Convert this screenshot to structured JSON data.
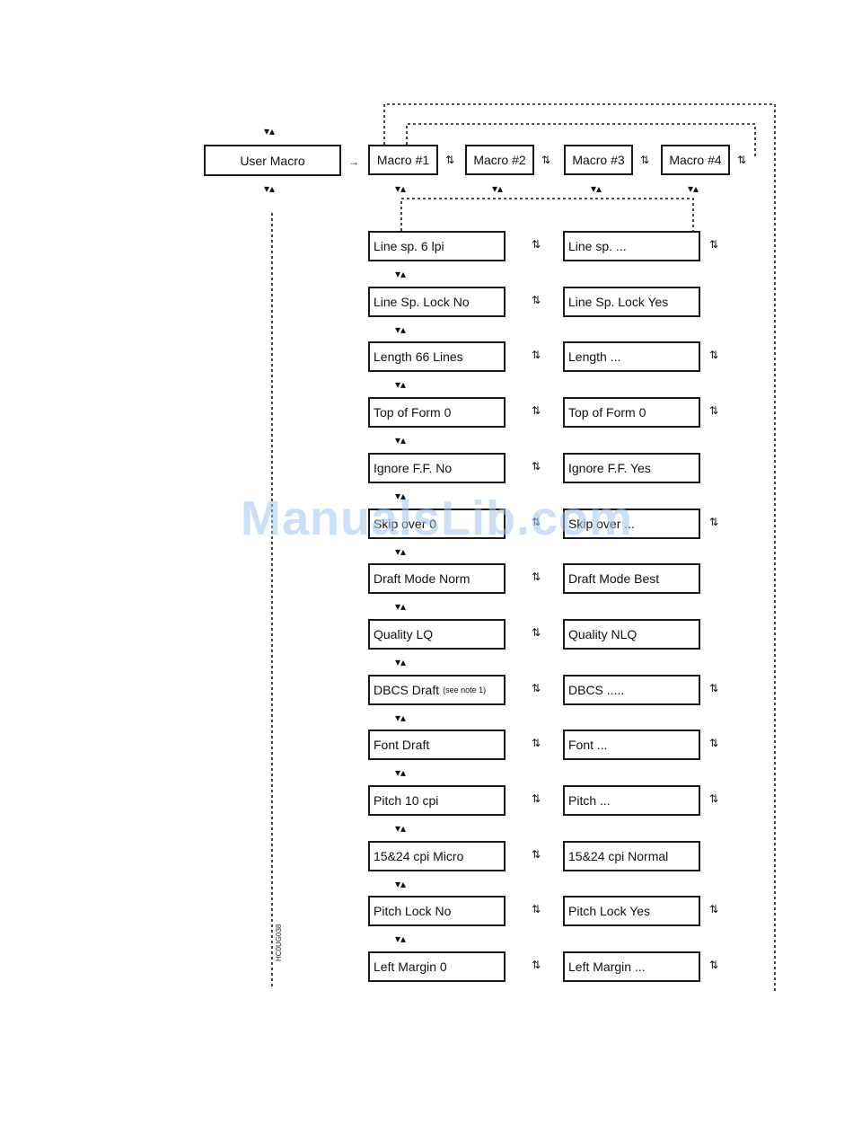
{
  "root": {
    "label": "User Macro"
  },
  "macros": [
    {
      "label": "Macro #1"
    },
    {
      "label": "Macro #2"
    },
    {
      "label": "Macro #3"
    },
    {
      "label": "Macro #4"
    }
  ],
  "settings": [
    {
      "left": "Line sp. 6 lpi",
      "right": "Line sp. ..."
    },
    {
      "left": "Line Sp. Lock No",
      "right": "Line Sp. Lock Yes"
    },
    {
      "left": "Length 66 Lines",
      "right": "Length ..."
    },
    {
      "left": "Top of Form 0",
      "right": "Top of Form 0"
    },
    {
      "left": "Ignore F.F. No",
      "right": "Ignore F.F. Yes"
    },
    {
      "left": "Skip over 0",
      "right": "Skip over ..."
    },
    {
      "left": "Draft Mode Norm",
      "right": "Draft Mode Best"
    },
    {
      "left": "Quality LQ",
      "right": "Quality NLQ"
    },
    {
      "left": "DBCS Draft",
      "left_note": "(see note 1)",
      "right": "DBCS ....."
    },
    {
      "left": "Font Draft",
      "right": "Font ..."
    },
    {
      "left": "Pitch 10 cpi",
      "right": "Pitch ..."
    },
    {
      "left": "15&24 cpi Micro",
      "right": "15&24 cpi Normal"
    },
    {
      "left": "Pitch Lock No",
      "right": "Pitch Lock Yes"
    },
    {
      "left": "Left Margin 0",
      "right": "Left Margin ..."
    }
  ],
  "figure_id": "HC0UG038",
  "watermark": "ManualsLib.com",
  "icons": {
    "down_up_arrow": "down-up-arrow-icon",
    "side_arrows": "bidirectional-side-arrow-icon",
    "right_arrow": "right-arrow-icon"
  },
  "colors": {
    "line": "#1a1a1a",
    "watermark": "#a0c4ee"
  }
}
